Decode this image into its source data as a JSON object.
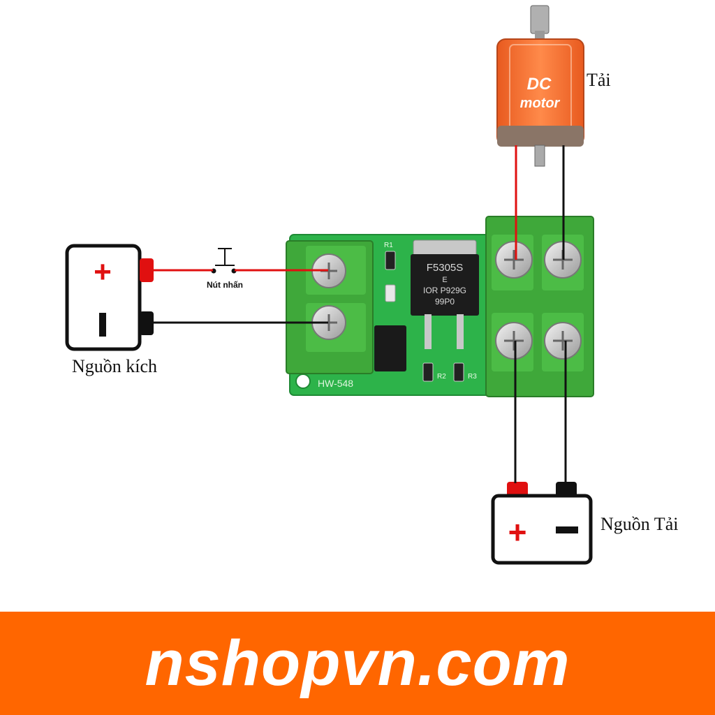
{
  "labels": {
    "load": "Tải",
    "trigger_source": "Nguồn kích",
    "load_source": "Nguồn Tải",
    "push_button": "Nút nhấn"
  },
  "motor": {
    "line1": "DC",
    "line2": "motor"
  },
  "board": {
    "name": "HW-548",
    "mosfet_line1": "F5305S",
    "mosfet_line2": "E",
    "mosfet_line3": "IOR P929G",
    "mosfet_line4": "99P0",
    "resistor_r1": "R1",
    "resistor_r2": "R2",
    "resistor_r3": "R3"
  },
  "battery_symbols": {
    "plus": "+",
    "minus": "−"
  },
  "footer": {
    "brand": "nshopvn.com"
  },
  "colors": {
    "footer_bg": "#ff6600",
    "pcb_green": "#2db34a",
    "terminal_green": "#3fa83a",
    "wire_red": "#e01010",
    "wire_black": "#111111",
    "motor_orange": "#f26b2a",
    "motor_brown": "#8a7567"
  }
}
